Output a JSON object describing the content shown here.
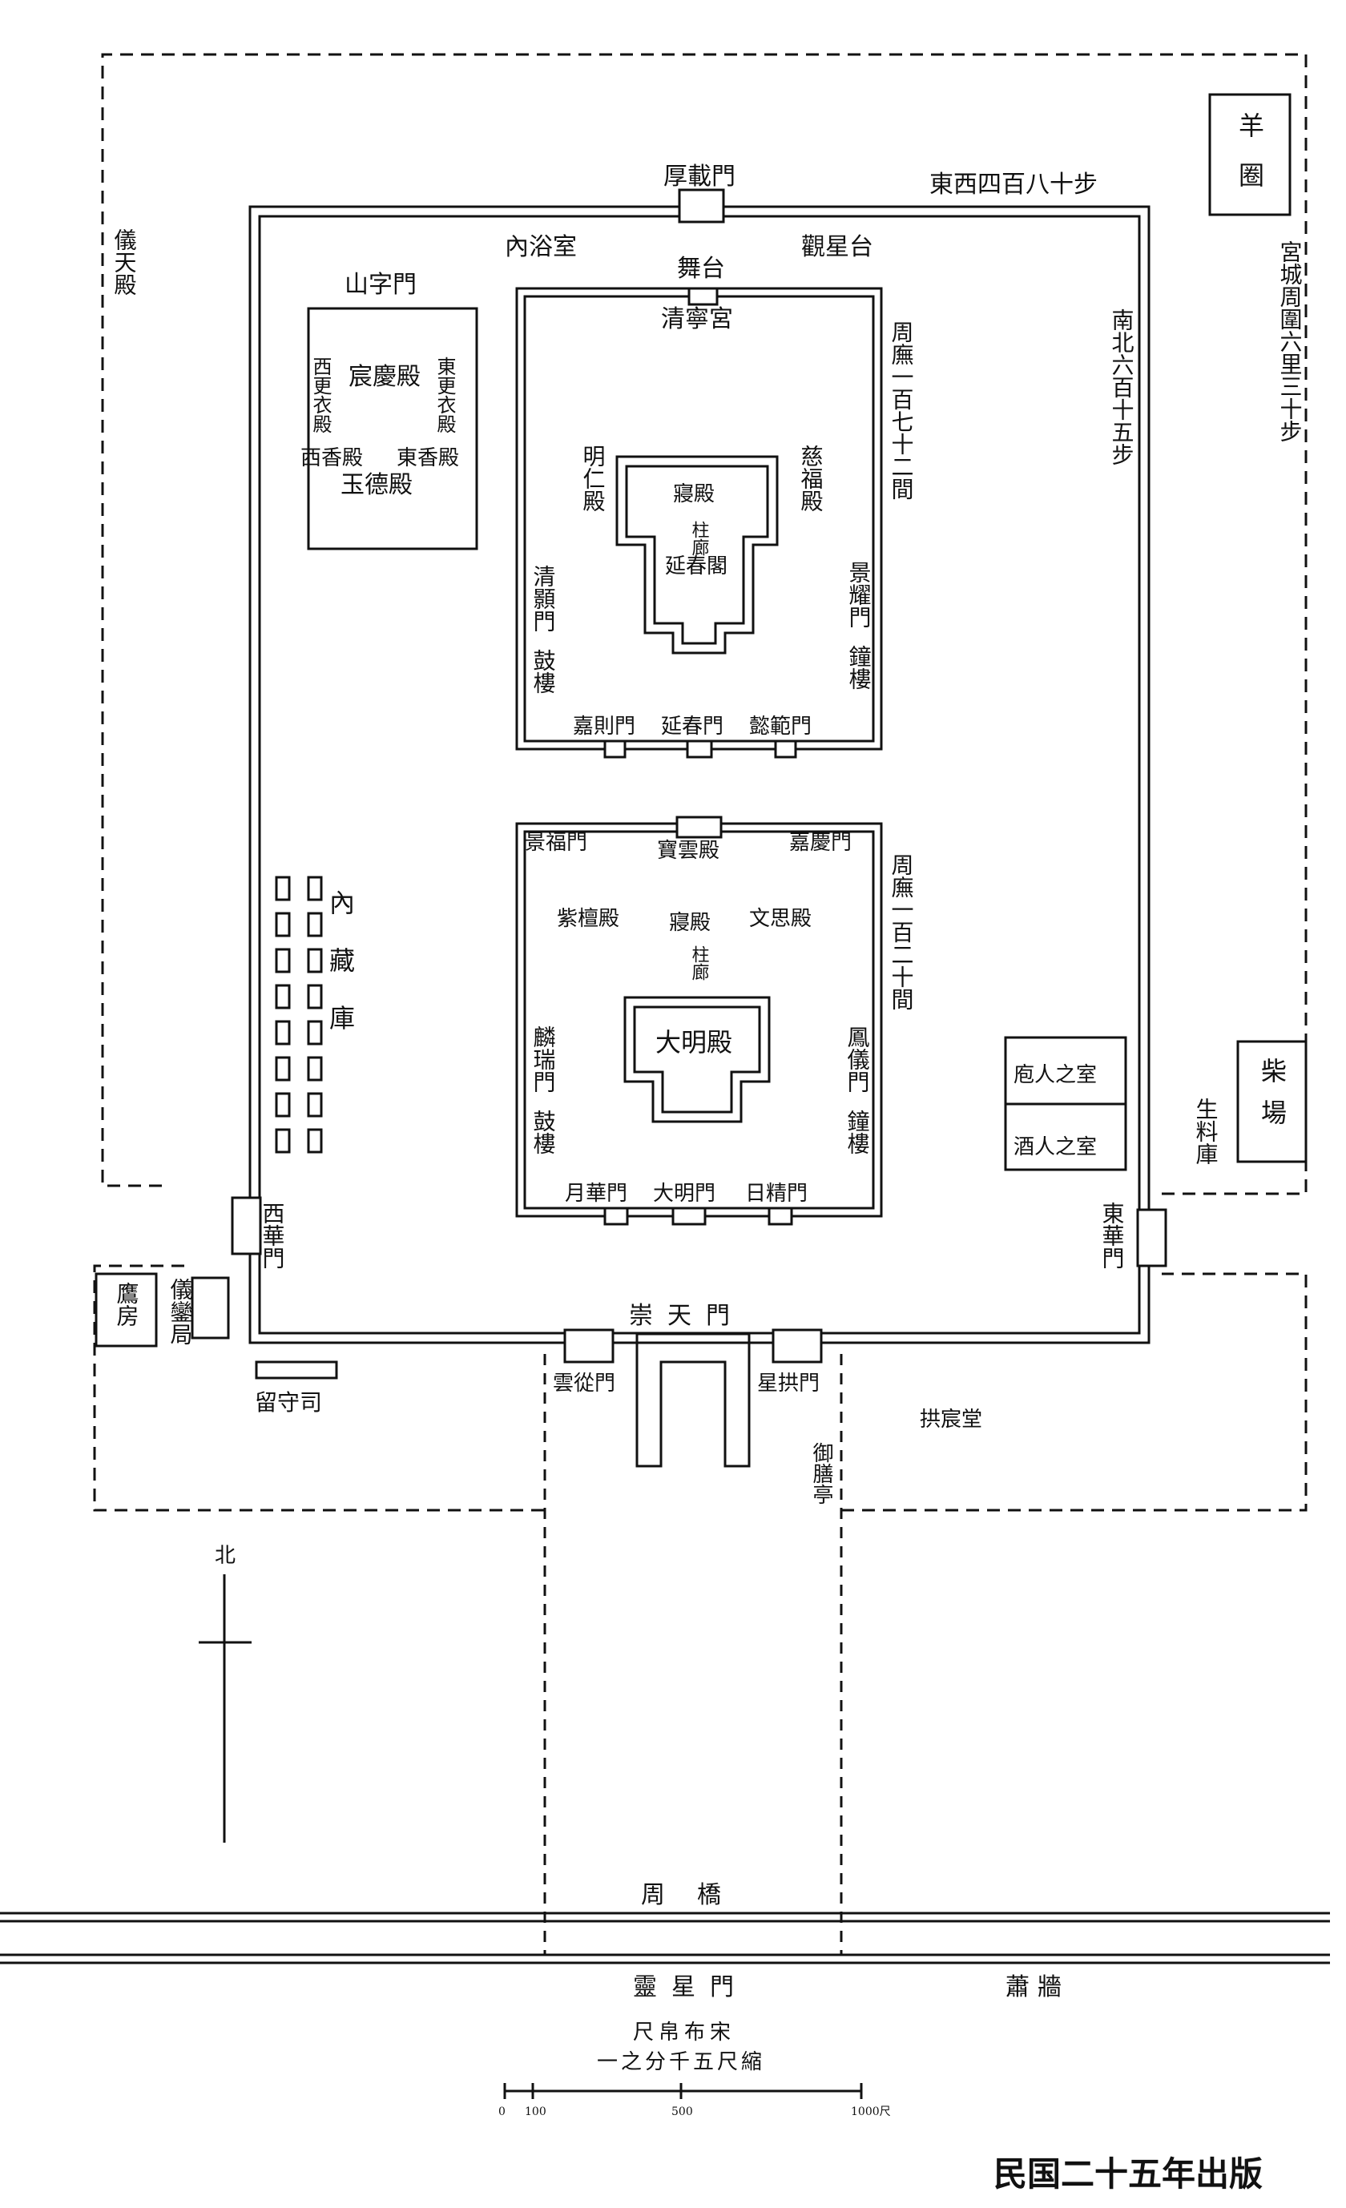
{
  "map": {
    "north_label": "北",
    "footer": "民国二十五年出版",
    "scale": {
      "line1": "尺帛布宋",
      "line2": "一之分千五尺縮",
      "ticks": [
        "0",
        "100",
        "500",
        "1000尺"
      ]
    },
    "palace_city": {
      "east_west": "東西四百八十步",
      "north_south": "南北六百十五步",
      "perimeter": "宮城周圍六里三十步"
    },
    "gates": {
      "north": "厚載門",
      "west": "西華門",
      "east": "東華門",
      "south": "崇天門",
      "south_left": "雲從門",
      "south_right": "星拱門",
      "bridge": "周橋",
      "outer": "靈星門"
    },
    "north_complex": {
      "front_gate_hall": "清寧宮",
      "front_gates": [
        "懿範門",
        "延春門",
        "嘉則門"
      ],
      "left_halls": [
        "明仁殿",
        "清顥門",
        "鼓樓"
      ],
      "right_halls": [
        "慈福殿",
        "景耀門",
        "鐘樓"
      ],
      "main": "延春閣",
      "corridor": "柱廊",
      "rear": "寢殿",
      "side_text": "周廡一百七十二間"
    },
    "south_complex": {
      "main": "大明殿",
      "corridor": "柱廊",
      "rear": "寢殿",
      "north_hall": "寶雲殿",
      "left_north_gate": "景福門",
      "right_north_gate": "嘉慶門",
      "left_hall": "紫檀殿",
      "right_hall": "文思殿",
      "left_gate": "麟瑞門",
      "right_gate": "鳳儀門",
      "left_tower": "鼓樓",
      "right_tower": "鐘樓",
      "south_gates": [
        "月華門",
        "大明門",
        "日精門"
      ],
      "side_text": "周廡一百二十間"
    },
    "other": {
      "bath": "內浴室",
      "star_platform": "觀星台",
      "dance_platform": "舞台",
      "jade_hall": "玉德殿",
      "shan_gate": "山字門",
      "sleep_hall": "宸慶殿",
      "west_robe": "西更衣殿",
      "east_robe": "東更衣殿",
      "west_incense": "西香殿",
      "east_incense": "東香殿",
      "treasury": "內藏庫",
      "yi_tian": "儀天殿",
      "sheep": "羊圈",
      "firewood": "柴場",
      "materials": "生料庫",
      "barn": "庖人之室",
      "wine": "酒人之室",
      "falcon": "鷹房",
      "insignia": "儀鑾局",
      "guard": "留守司",
      "gongchen": "拱宸堂",
      "kitchen": "御膳亭",
      "wall": "蕭牆"
    }
  }
}
